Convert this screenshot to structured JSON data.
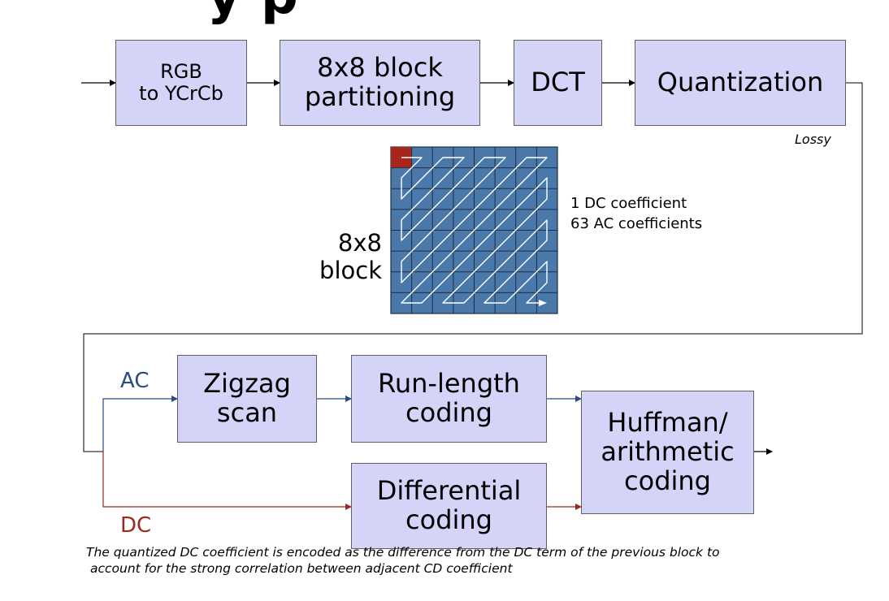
{
  "title": "y      p",
  "boxes": {
    "rgb": "RGB\nto YCrCb",
    "partition": "8x8 block\npartitioning",
    "dct": "DCT",
    "quant": "Quantization",
    "zigzag": "Zigzag\nscan",
    "runlength": "Run-length\ncoding",
    "differential": "Differential\ncoding",
    "huffman": "Huffman/\narithmetic\ncoding"
  },
  "labels": {
    "lossy": "Lossy",
    "block": "8x8\nblock",
    "dc_coef": "1 DC coefficient",
    "ac_coef": "63 AC coefficients",
    "ac": "AC",
    "dc": "DC"
  },
  "footnote": {
    "line1": "The quantized DC coefficient is encoded as the difference from the DC term of the previous block to",
    "line2": "account for the strong correlation between adjacent CD coefficient"
  },
  "colors": {
    "box_fill": "#d4d4f8",
    "grid_fill": "#4a78a8",
    "dc_cell": "#a8251c",
    "ac_line": "#2a4a80",
    "dc_line": "#9a2a1f"
  }
}
